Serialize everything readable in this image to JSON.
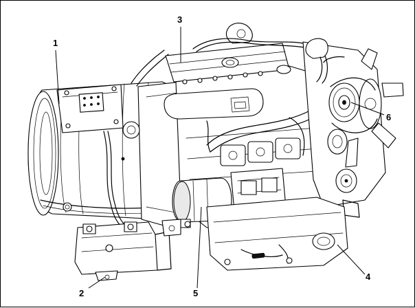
{
  "figure": {
    "callouts": [
      {
        "id": "c1",
        "text": "1"
      },
      {
        "id": "c2",
        "text": "2"
      },
      {
        "id": "c3",
        "text": "3"
      },
      {
        "id": "c4",
        "text": "4"
      },
      {
        "id": "c5",
        "text": "5"
      },
      {
        "id": "c6",
        "text": "6"
      }
    ]
  }
}
